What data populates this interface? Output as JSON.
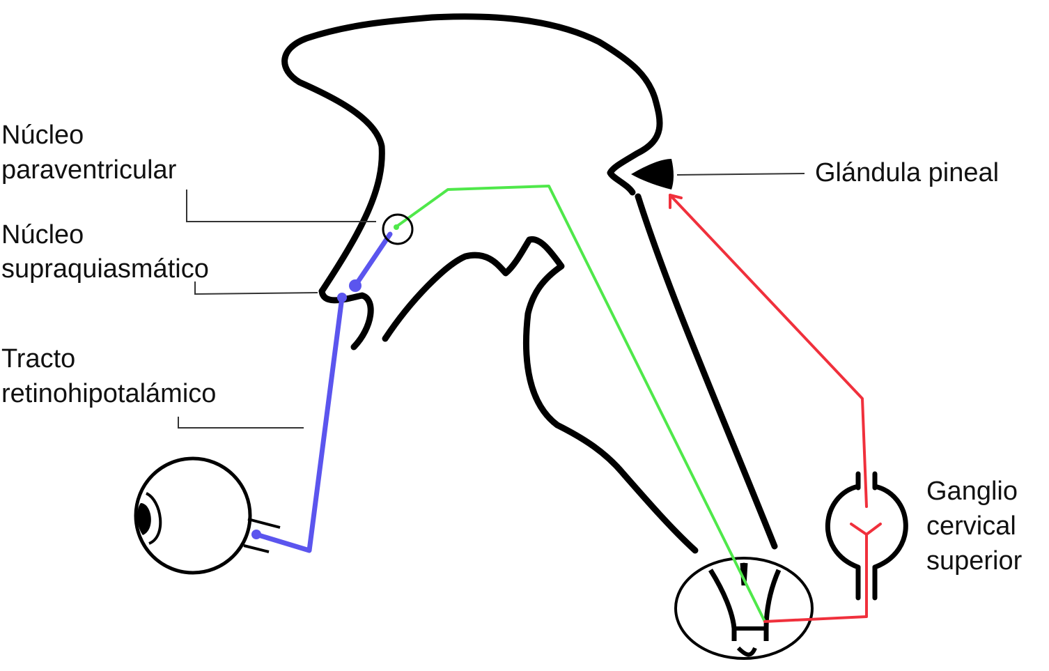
{
  "labels": {
    "paraventricular_line1": "Núcleo",
    "paraventricular_line2": "paraventricular",
    "suprachiasmatic_line1": "Núcleo",
    "suprachiasmatic_line2": "supraquiasmático",
    "retinohypothalamic_line1": "Tracto",
    "retinohypothalamic_line2": "retinohipotalámico",
    "pineal": "Glándula pineal",
    "ganglion_line1": "Ganglio",
    "ganglion_line2": "cervical",
    "ganglion_line3": "superior"
  },
  "colors": {
    "outline": "#000000",
    "leader": "#333333",
    "blue_pathway": "#5b55ee",
    "green_pathway": "#4fe84a",
    "red_pathway": "#f0303c"
  }
}
